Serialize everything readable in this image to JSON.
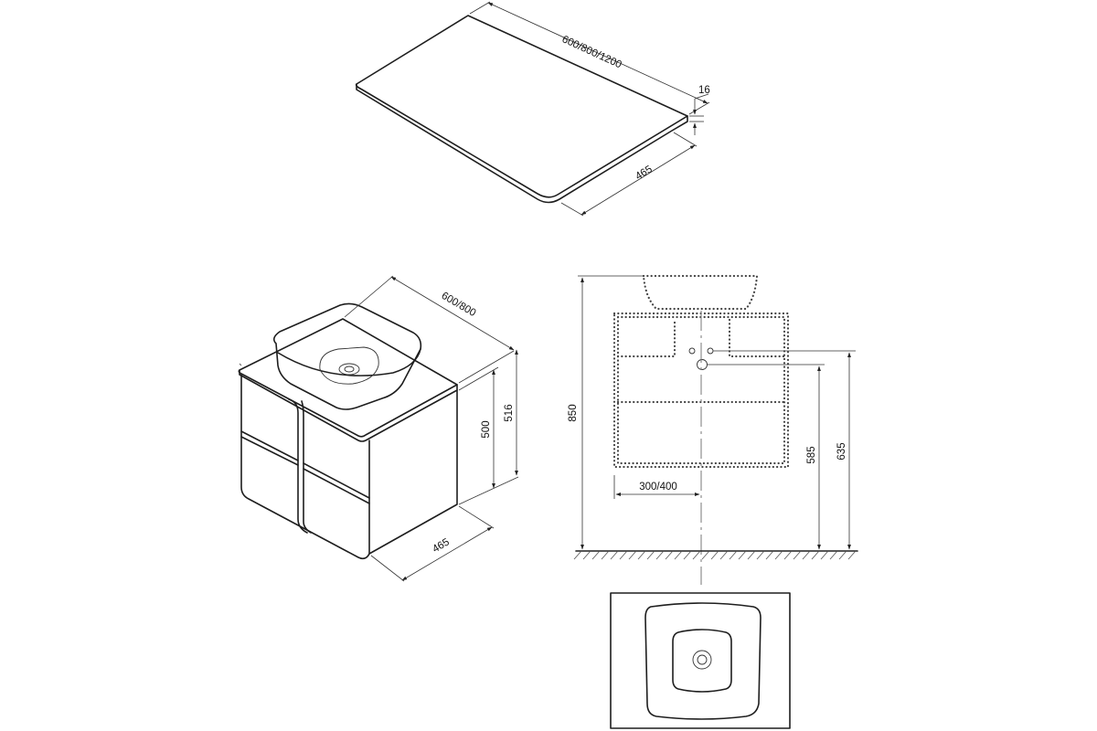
{
  "labels": {
    "top_length": "600/800/1200",
    "top_thickness": "16",
    "top_depth": "465",
    "unit_width": "600/800",
    "unit_height_cabinet": "500",
    "unit_height_total": "516",
    "unit_depth": "465",
    "total_height": "850",
    "drain_offset": "300/400",
    "height_585": "585",
    "height_635": "635"
  },
  "colors": {
    "line": "#1e1e1e",
    "background": "#ffffff"
  }
}
